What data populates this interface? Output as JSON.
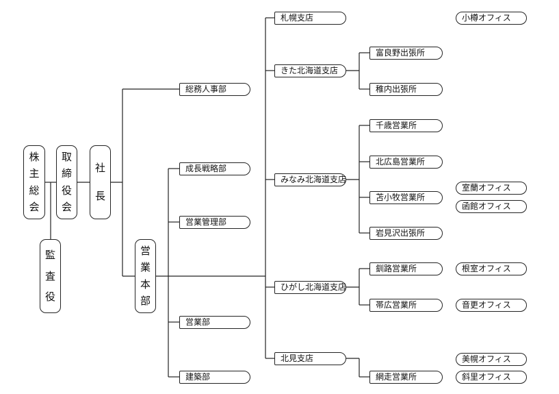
{
  "org": {
    "shareholders": [
      "株",
      "主",
      "総",
      "会"
    ],
    "board": [
      "取",
      "締",
      "役",
      "会"
    ],
    "president": [
      "社",
      "長"
    ],
    "auditor": [
      "監",
      "査",
      "役"
    ],
    "sales_hq": [
      "営",
      "業",
      "本",
      "部"
    ],
    "general_affairs": "総務人事部",
    "growth_strategy": "成長戦略部",
    "sales_management": "営業管理部",
    "sales_dept": "営業部",
    "construction": "建築部",
    "branches": {
      "sapporo": "札幌支店",
      "kita": "きた北海道支店",
      "minami": "みなみ北海道支店",
      "higashi": "ひがし北海道支店",
      "kitami": "北見支店"
    },
    "offices": {
      "furano": "富良野出張所",
      "wakkanai": "稚内出張所",
      "chitose": "千歳営業所",
      "kitahiroshima": "北広島営業所",
      "tomakomai": "苫小牧営業所",
      "iwamizawa": "岩見沢出張所",
      "kushiro": "釧路営業所",
      "obihiro": "帯広営業所",
      "abashiri": "網走営業所"
    },
    "satellites": {
      "otaru": "小樽オフィス",
      "muroran": "室蘭オフィス",
      "hakodate": "函館オフィス",
      "nemuro": "根室オフィス",
      "otofuke": "音更オフィス",
      "bihoro": "美幌オフィス",
      "shari": "斜里オフィス"
    }
  }
}
